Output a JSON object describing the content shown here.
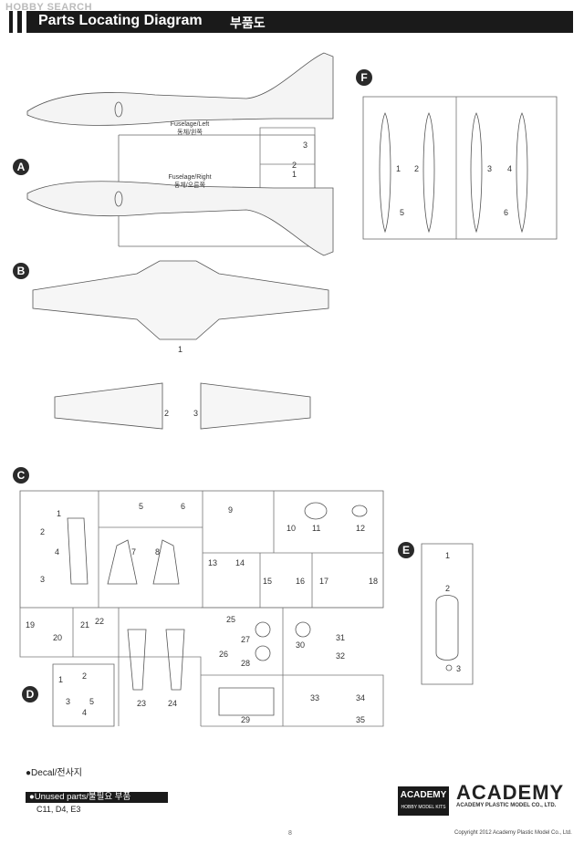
{
  "watermark": "HOBBY SEARCH",
  "header": {
    "title": "Parts Locating Diagram",
    "title_ko": "부품도"
  },
  "sections": {
    "A": "A",
    "B": "B",
    "C": "C",
    "D": "D",
    "E": "E",
    "F": "F"
  },
  "sprue_a": {
    "fuselage_left": "Fuselage/Left",
    "fuselage_left_ko": "동체/왼쪽",
    "fuselage_right": "Fuselage/Right",
    "fuselage_right_ko": "동체/오른쪽",
    "parts": [
      "1",
      "2",
      "3"
    ]
  },
  "sprue_b": {
    "parts": [
      "1",
      "2",
      "3"
    ]
  },
  "sprue_c": {
    "parts": [
      "1",
      "2",
      "3",
      "4",
      "5",
      "6",
      "7",
      "8",
      "9",
      "10",
      "11",
      "12",
      "13",
      "14",
      "15",
      "16",
      "17",
      "18",
      "19",
      "20",
      "21",
      "22",
      "23",
      "24",
      "25",
      "26",
      "27",
      "28",
      "29",
      "30",
      "31",
      "32",
      "33",
      "34",
      "35"
    ]
  },
  "sprue_d": {
    "parts": [
      "1",
      "2",
      "3",
      "4",
      "5"
    ]
  },
  "sprue_e": {
    "parts": [
      "1",
      "2",
      "3"
    ]
  },
  "sprue_f": {
    "parts": [
      "1",
      "2",
      "3",
      "4",
      "5",
      "6"
    ]
  },
  "decal": "●Decal/전사지",
  "unused": {
    "label": "●Unused parts/불필요 부품",
    "parts": "C11, D4, E3"
  },
  "logo": {
    "box_top": "ACADEMY",
    "box_bottom": "HOBBY MODEL KITS",
    "brand": "ACADEMY",
    "brand_sub": "ACADEMY PLASTIC MODEL CO., LTD."
  },
  "footer": {
    "page": "8",
    "copyright": "Copyright 2012 Academy Plastic Model Co., Ltd."
  }
}
